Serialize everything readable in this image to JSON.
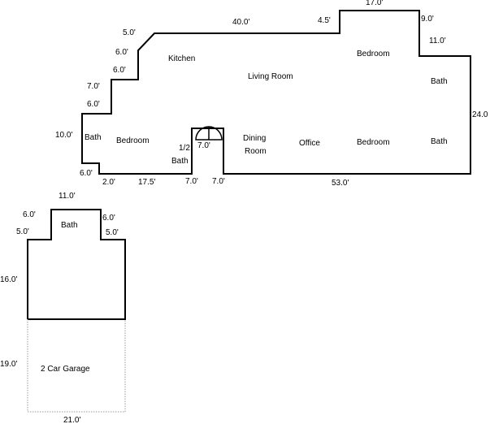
{
  "rooms": {
    "kitchen": "Kitchen",
    "living_room": "Living Room",
    "bedroom_top_right": "Bedroom",
    "bath_right_upper": "Bath",
    "bath_left": "Bath",
    "bedroom_left": "Bedroom",
    "half_bath_1": "1/2",
    "half_bath_2": "Bath",
    "dining_1": "Dining",
    "dining_2": "Room",
    "office": "Office",
    "bedroom_mid": "Bedroom",
    "bath_right_lower": "Bath",
    "bath_annex": "Bath",
    "garage": "2 Car Garage"
  },
  "dimensions": {
    "top_seg_17": "17.0'",
    "d_9": "9.0'",
    "d_4_5": "4.5'",
    "d_40": "40.0'",
    "d_5_top": "5.0'",
    "d_6_a": "6.0'",
    "d_6_b": "6.0'",
    "d_11_right": "11.0'",
    "d_7_a": "7.0'",
    "d_6_c": "6.0'",
    "d_24": "24.0",
    "d_10": "10.0'",
    "d_7_door": "7.0'",
    "d_6_d": "6.0'",
    "d_2": "2.0'",
    "d_17_5": "17.5'",
    "d_7_b": "7.0'",
    "d_7_c": "7.0'",
    "d_53": "53.0'",
    "d_11_annex": "11.0'",
    "d_6_e": "6.0'",
    "d_6_f": "6.0'",
    "d_5_a": "5.0'",
    "d_5_b": "5.0'",
    "d_16": "16.0'",
    "d_19": "19.0'",
    "d_21": "21.0'"
  }
}
